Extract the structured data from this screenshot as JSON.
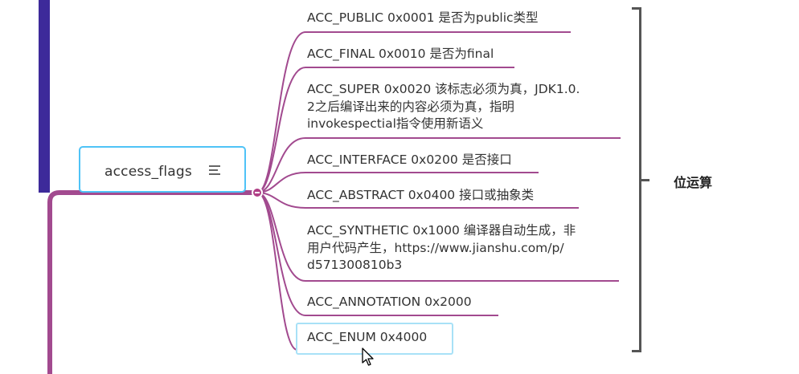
{
  "root": {
    "label": "access_flags"
  },
  "children": [
    {
      "text": "ACC_PUBLIC 0x0001 是否为public类型"
    },
    {
      "text": "ACC_FINAL 0x0010 是否为final"
    },
    {
      "lines": [
        "ACC_SUPER 0x0020 该标志必须为真，JDK1.0.",
        "2之后编译出来的内容必须为真，指明",
        "invokespectial指令使用新语义"
      ]
    },
    {
      "text": "ACC_INTERFACE 0x0200 是否接口"
    },
    {
      "text": "ACC_ABSTRACT 0x0400 接口或抽象类"
    },
    {
      "lines": [
        "ACC_SYNTHETIC 0x1000 编译器自动生成，非",
        "用户代码产生，https://www.jianshu.com/p/",
        "d571300810b3"
      ]
    },
    {
      "text": "ACC_ANNOTATION 0x2000"
    },
    {
      "text": "ACC_ENUM 0x4000"
    }
  ],
  "summary": {
    "label": "位运算"
  },
  "colors": {
    "branch": "#a24a8f",
    "root_border": "#4fc3f7",
    "left_bar": "#3d2a9a"
  }
}
